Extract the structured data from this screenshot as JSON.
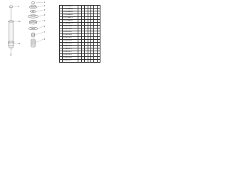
{
  "diagram": {
    "palette": {
      "line": "#333333",
      "fill": "#f4f4f4",
      "table_border": "#333333"
    }
  },
  "callouts": [
    {
      "id": "c1",
      "label": "1"
    },
    {
      "id": "c2",
      "label": "2"
    },
    {
      "id": "c3",
      "label": "3"
    },
    {
      "id": "c4",
      "label": "4"
    },
    {
      "id": "c5",
      "label": "5"
    },
    {
      "id": "c6",
      "label": "6"
    },
    {
      "id": "c7",
      "label": "7"
    },
    {
      "id": "c8",
      "label": "8"
    },
    {
      "id": "c9",
      "label": "9"
    },
    {
      "id": "c10",
      "label": "10"
    },
    {
      "id": "c11",
      "label": "11"
    },
    {
      "id": "c12",
      "label": "12"
    }
  ],
  "parts_table": {
    "rows": [
      {
        "code": "20321AA010",
        "marks": [
          "",
          "",
          "",
          "",
          "",
          "",
          ""
        ]
      },
      {
        "code": "20322AA000",
        "marks": [
          "",
          "",
          "",
          "",
          "",
          "",
          ""
        ]
      },
      {
        "code": "20323AA030",
        "marks": [
          "",
          "",
          "",
          "",
          "",
          "",
          ""
        ]
      },
      {
        "code": "20326AA000",
        "marks": [
          "",
          "",
          "",
          "",
          "",
          "",
          ""
        ]
      },
      {
        "code": "20370AA070",
        "marks": [
          "",
          "",
          "",
          "",
          "",
          "",
          ""
        ]
      },
      {
        "code": "20372AA000",
        "marks": [
          "",
          "",
          "",
          "",
          "",
          "",
          ""
        ]
      },
      {
        "code": "20380AA170",
        "marks": [
          "",
          "",
          "",
          "",
          "",
          "",
          ""
        ]
      },
      {
        "code": "902350003",
        "marks": [
          "",
          "",
          "",
          "",
          "",
          "",
          ""
        ]
      },
      {
        "code": "902350012",
        "marks": [
          "",
          "",
          "",
          "",
          "",
          "",
          ""
        ]
      },
      {
        "code": "902350015",
        "marks": [
          "",
          "",
          "",
          "",
          "",
          "",
          ""
        ]
      },
      {
        "code": "902460004",
        "marks": [
          "",
          "",
          "",
          "",
          "",
          "",
          ""
        ]
      },
      {
        "code": "903350001",
        "marks": [
          "",
          "",
          "",
          "",
          "",
          "",
          ""
        ]
      },
      {
        "code": "903350024",
        "marks": [
          "",
          "",
          "",
          "",
          "",
          "",
          ""
        ]
      },
      {
        "code": "903400003",
        "marks": [
          "",
          "",
          "",
          "",
          "",
          "",
          ""
        ]
      },
      {
        "code": "903420010",
        "marks": [
          "",
          "",
          "",
          "",
          "",
          "",
          ""
        ]
      },
      {
        "code": "903440011",
        "marks": [
          "",
          "",
          "",
          "",
          "",
          "",
          ""
        ]
      },
      {
        "code": "909090011",
        "marks": [
          "",
          "",
          "",
          "",
          "",
          "",
          ""
        ]
      },
      {
        "code": "909090013",
        "marks": [
          "",
          "",
          "",
          "",
          "",
          "",
          ""
        ]
      },
      {
        "code": "909090026",
        "marks": [
          "",
          "",
          "",
          "",
          "",
          "",
          ""
        ]
      },
      {
        "code": "909090027",
        "marks": [
          "",
          "",
          "",
          "",
          "",
          "",
          ""
        ]
      }
    ]
  }
}
